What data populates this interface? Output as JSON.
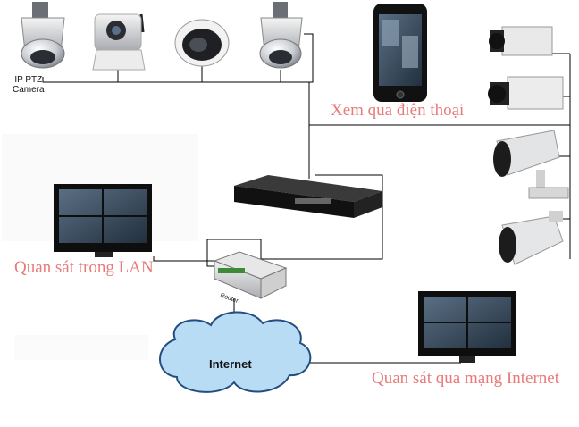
{
  "labels": {
    "ip_ptz_line1": "IP PTZ",
    "ip_ptz_line2": "Camera",
    "phone_view": "Xem qua điện thoại",
    "lan_view": "Quan sát trong LAN",
    "internet_view": "Quan sát qua mạng Internet",
    "router": "Router",
    "internet": "Internet"
  },
  "colors": {
    "label_red": "#e87a7a",
    "line": "#000000",
    "cloud_fill": "#b9dcf5",
    "cloud_stroke": "#234d80"
  },
  "nodes": {
    "top_cameras": [
      "ptz-dome-camera",
      "wifi-cube-camera",
      "ceiling-dome-camera",
      "ptz-dome-camera"
    ],
    "right_cameras": [
      "box-camera",
      "box-camera",
      "bullet-camera",
      "bullet-camera"
    ],
    "devices": [
      "dvr-recorder",
      "router",
      "lan-monitor",
      "internet-monitor",
      "smartphone",
      "internet-cloud"
    ]
  }
}
